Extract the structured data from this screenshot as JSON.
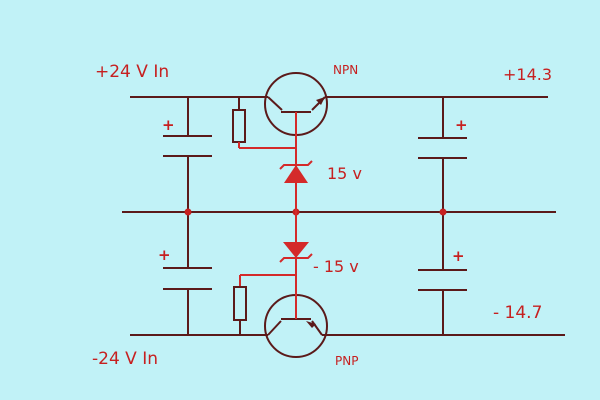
{
  "labels": {
    "pos_in": "+24 V  In",
    "neg_in": "-24 V  In",
    "pos_out": "+14.3",
    "neg_out": "- 14.7",
    "npn": "NPN",
    "pnp": "PNP",
    "zener_top": "15 v",
    "zener_bottom": "- 15 v",
    "plus_sign": "+"
  },
  "colors": {
    "background": "#c1f2f7",
    "wire_dark": "#5b1a1a",
    "wire_red": "#d42a2a",
    "text": "#c62020"
  }
}
